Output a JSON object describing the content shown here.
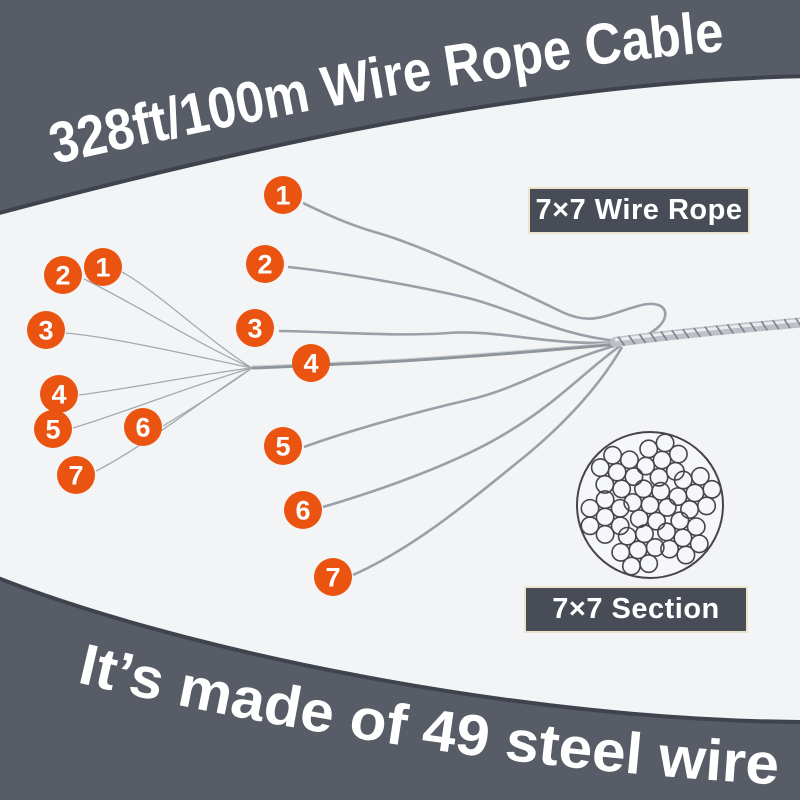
{
  "titles": {
    "top": "328ft/100m Wire Rope Cable",
    "bottom": "It’s made of 49 steel wire"
  },
  "labels": {
    "wire_rope": "7×7 Wire Rope",
    "section": "7×7 Section"
  },
  "diagram": {
    "strand_numbers": [
      "1",
      "2",
      "3",
      "4",
      "5",
      "6",
      "7"
    ],
    "wire_numbers": [
      "1",
      "2",
      "3",
      "4",
      "5",
      "6",
      "7"
    ],
    "strands_count": 7,
    "wires_per_strand": 7,
    "total_wires": 49
  },
  "colors": {
    "background": "#575c66",
    "panel": "#f3f4f6",
    "panel_edge": "#3e434d",
    "badge_orange": "#ea5310",
    "badge_text": "#ffffff",
    "label_box_bg": "#474c56",
    "label_box_border": "#ece3cd",
    "wire_gray": "#9aa0a7",
    "wire_thin_gray": "#a4aab0",
    "rope_base": "#bcc1c7",
    "rope_dark": "#7c828a",
    "rope_light": "#e9ebee",
    "section_stroke": "#46464a"
  }
}
